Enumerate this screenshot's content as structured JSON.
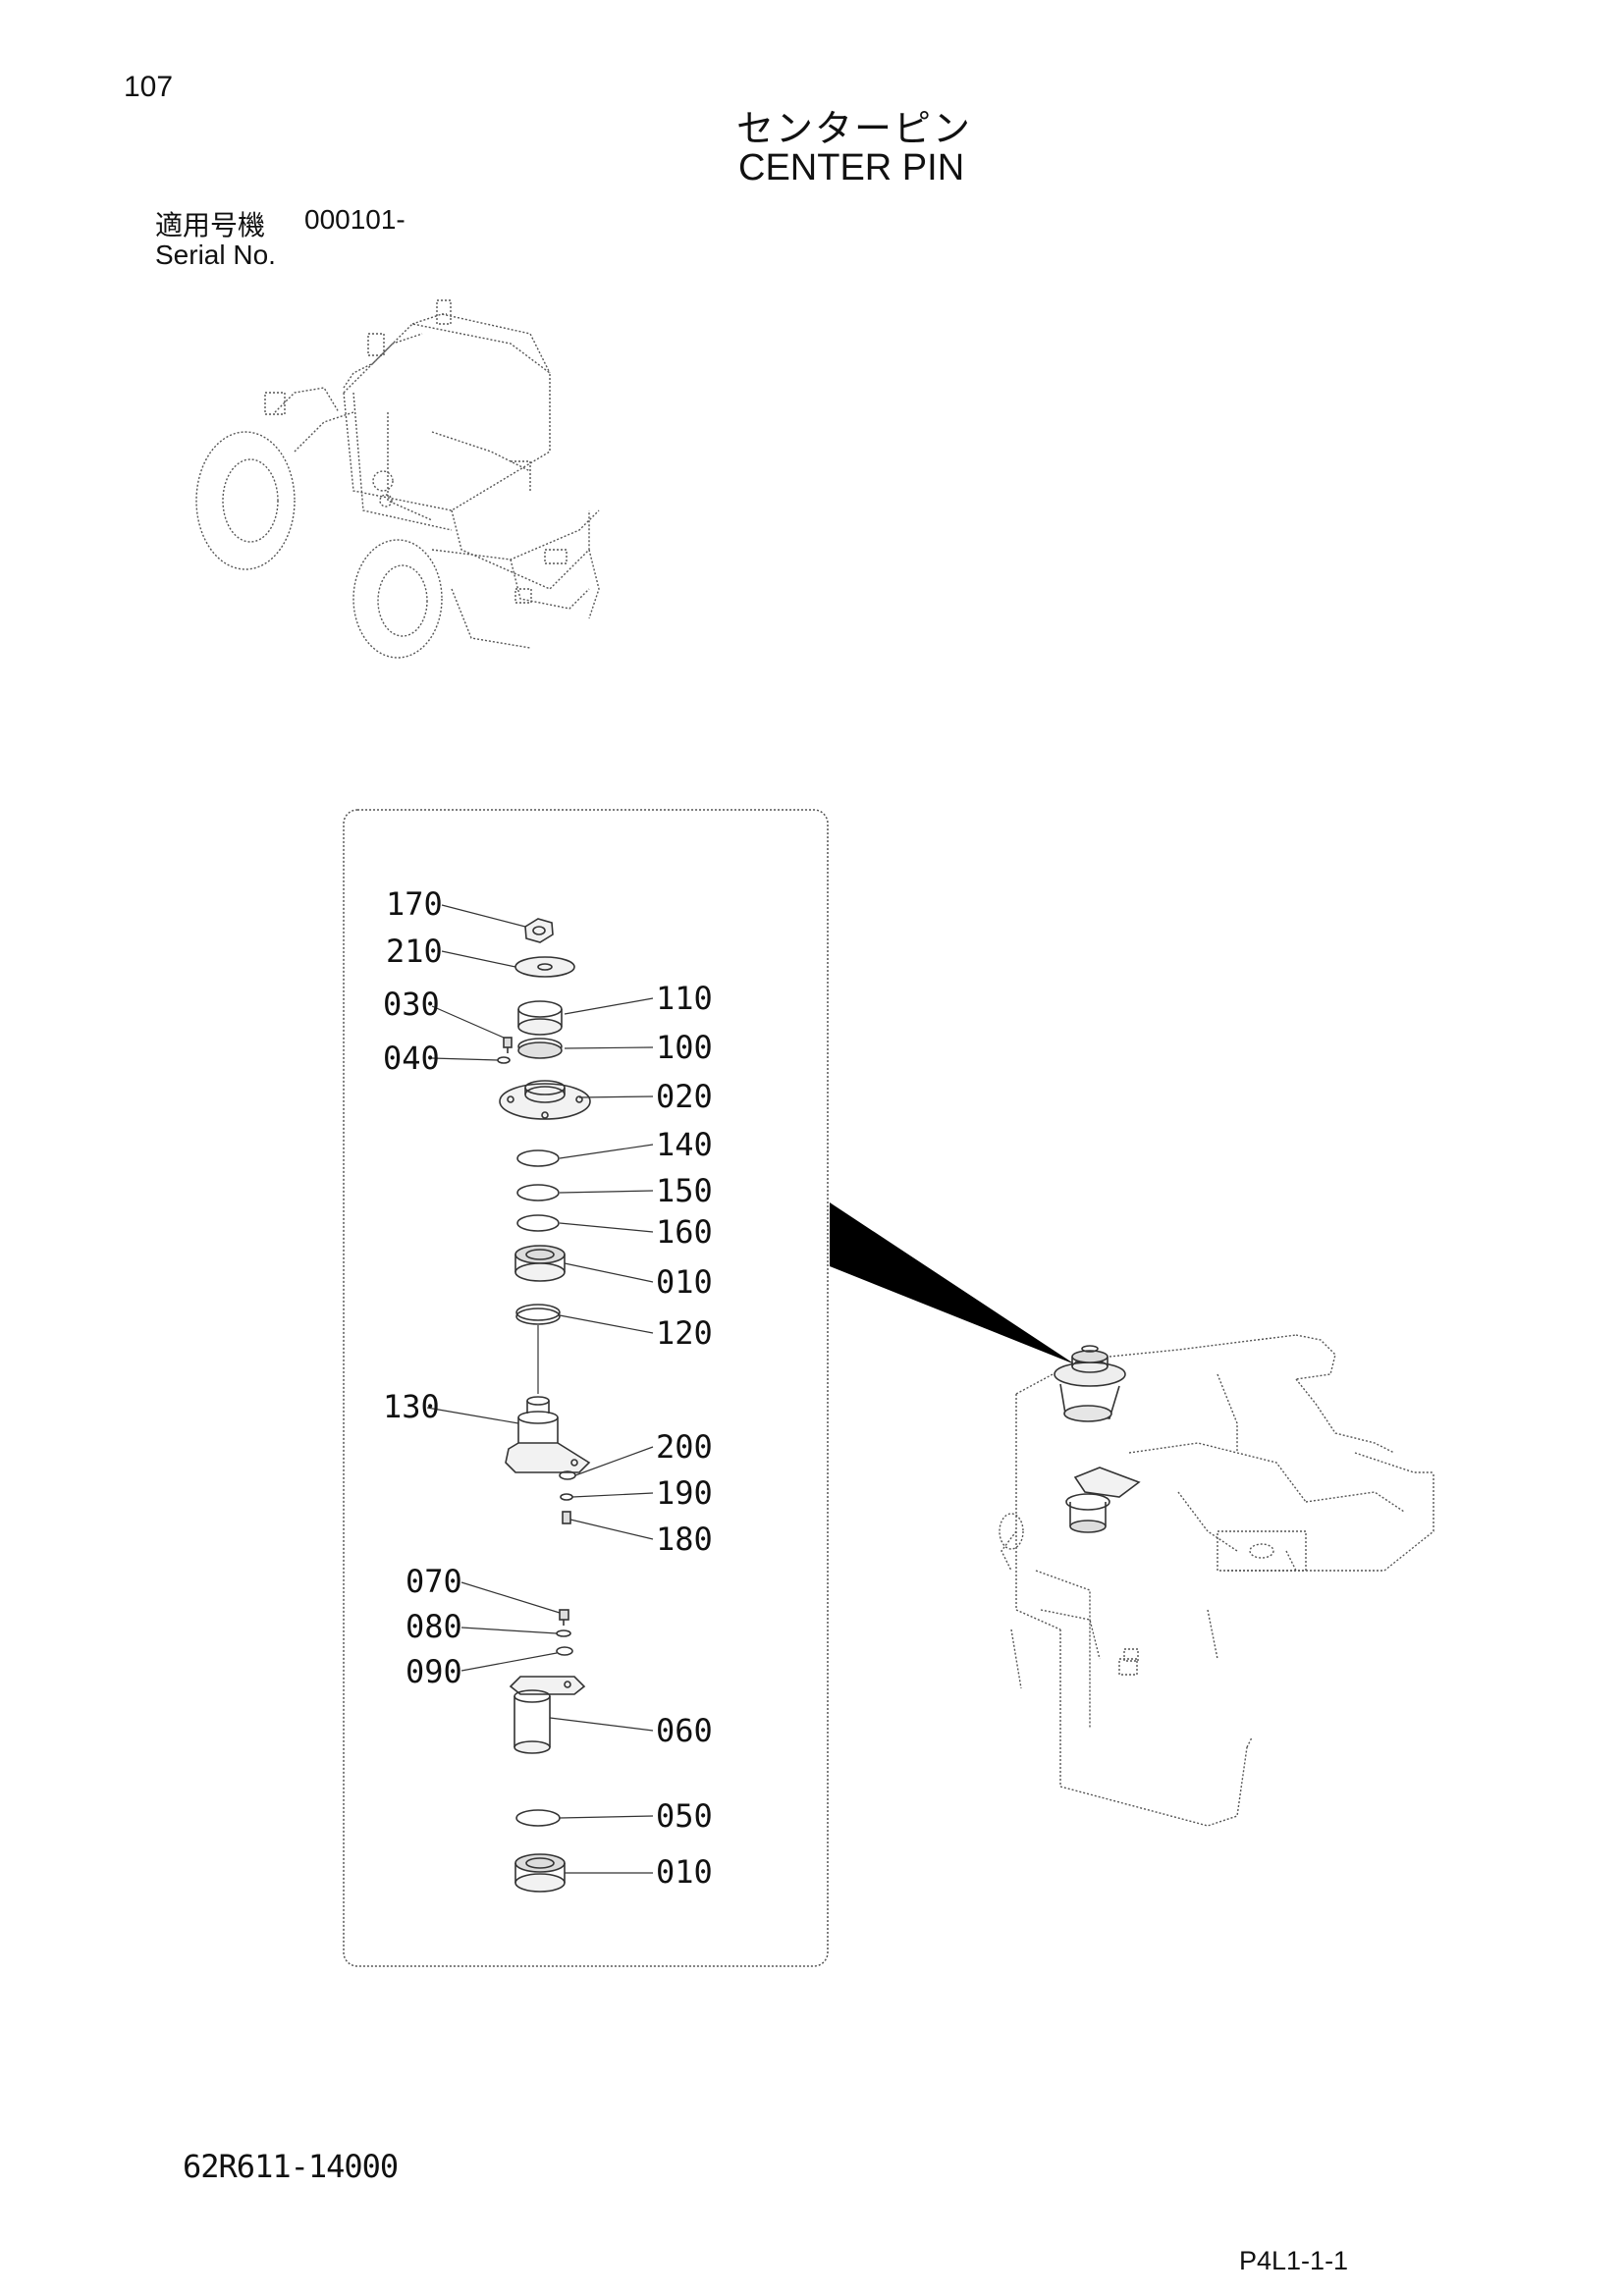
{
  "page": {
    "number": "107",
    "title_jp": "センターピン",
    "title_en": "CENTER PIN",
    "serial_label_jp": "適用号機",
    "serial_value": "000101-",
    "serial_label_en": "Serial No.",
    "document_code": "62R611-14000",
    "page_code": "P4L1-1-1"
  },
  "parts": [
    {
      "number": "170",
      "side": "left"
    },
    {
      "number": "210",
      "side": "left"
    },
    {
      "number": "030",
      "side": "left"
    },
    {
      "number": "040",
      "side": "left"
    },
    {
      "number": "110",
      "side": "right"
    },
    {
      "number": "100",
      "side": "right"
    },
    {
      "number": "020",
      "side": "right"
    },
    {
      "number": "140",
      "side": "right"
    },
    {
      "number": "150",
      "side": "right"
    },
    {
      "number": "160",
      "side": "right"
    },
    {
      "number": "010",
      "side": "right"
    },
    {
      "number": "120",
      "side": "right"
    },
    {
      "number": "130",
      "side": "left"
    },
    {
      "number": "200",
      "side": "right"
    },
    {
      "number": "190",
      "side": "right"
    },
    {
      "number": "180",
      "side": "right"
    },
    {
      "number": "070",
      "side": "left"
    },
    {
      "number": "080",
      "side": "left"
    },
    {
      "number": "090",
      "side": "left"
    },
    {
      "number": "060",
      "side": "right"
    },
    {
      "number": "050",
      "side": "right"
    },
    {
      "number": "010",
      "side": "right"
    }
  ]
}
